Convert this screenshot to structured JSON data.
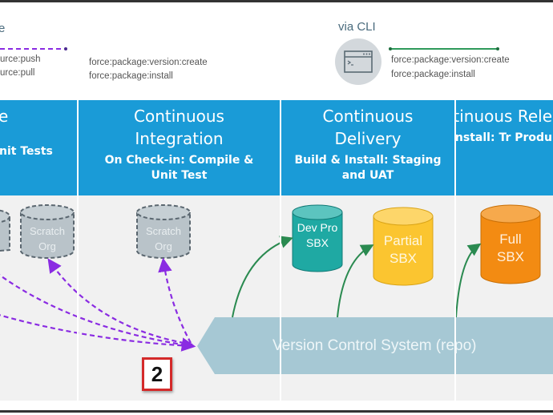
{
  "legend": {
    "left": {
      "title_fragment": "e",
      "commands": [
        "urce:push",
        "urce:pull"
      ],
      "line_color": "#8a2be2"
    },
    "middle": {
      "commands": [
        "force:package:version:create",
        "force:package:install"
      ]
    },
    "cli": {
      "title": "via CLI",
      "icon": "terminal-window-icon",
      "commands": [
        "force:package:version:create",
        "force:package:install"
      ],
      "line_color": "#2e9a5b"
    }
  },
  "columns": [
    {
      "title": "e",
      "subtitle": "nit Tests"
    },
    {
      "title": "Continuous Integration",
      "subtitle": "On Check-in: Compile & Unit Test"
    },
    {
      "title": "Continuous Delivery",
      "subtitle": "Build & Install: Staging and UAT"
    },
    {
      "title": "Continuous Rele",
      "subtitle": "Install: Tr Produ"
    }
  ],
  "orgs": [
    {
      "label": "Scratch Org",
      "type": "scratch",
      "color": "#b9c3c9"
    },
    {
      "label": "Scratch Org",
      "type": "scratch",
      "color": "#b9c3c9"
    },
    {
      "label": "Dev Pro SBX",
      "type": "sandbox",
      "color": "#1fa9a3"
    },
    {
      "label": "Partial SBX",
      "type": "sandbox",
      "color": "#fbc530"
    },
    {
      "label": "Full SBX",
      "type": "sandbox",
      "color": "#f38b12"
    }
  ],
  "vcs": {
    "label": "Version Control System (repo)",
    "color": "#a6c8d4"
  },
  "badge": {
    "label": "2"
  },
  "colors": {
    "header_blue": "#1a9bd7",
    "arrow_purple": "#8a2be2",
    "arrow_green": "#2a8a50"
  }
}
